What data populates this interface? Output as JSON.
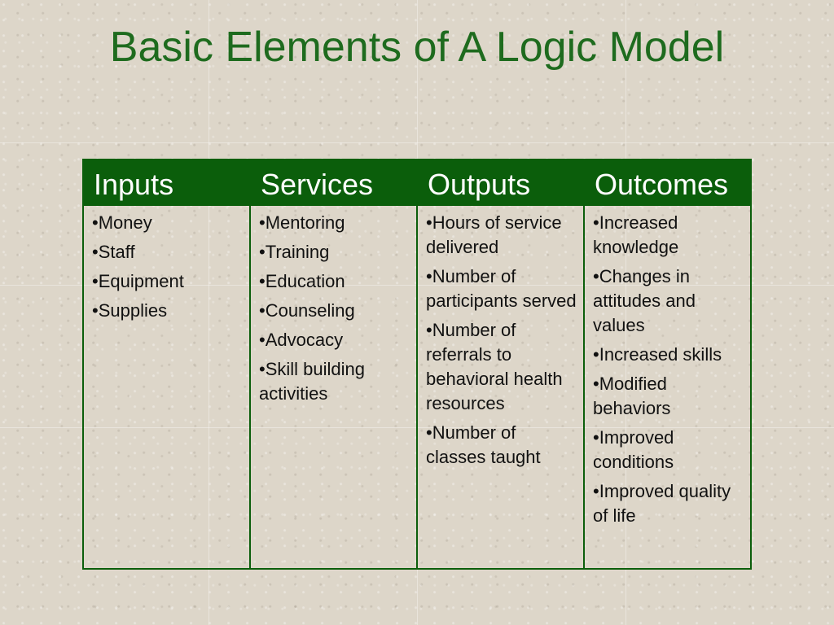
{
  "slide": {
    "title": "Basic Elements of A Logic Model"
  },
  "table": {
    "columns": [
      {
        "header": "Inputs",
        "items": [
          "•Money",
          "•Staff",
          "•Equipment",
          "•Supplies"
        ]
      },
      {
        "header": "Services",
        "items": [
          "•Mentoring",
          "•Training",
          "•Education",
          "•Counseling",
          "•Advocacy",
          "•Skill building activities"
        ]
      },
      {
        "header": "Outputs",
        "items": [
          "•Hours of service delivered",
          "•Number of participants served",
          "•Number of referrals to behavioral health resources",
          "•Number of classes taught"
        ]
      },
      {
        "header": "Outcomes",
        "items": [
          "•Increased knowledge",
          "•Changes in attitudes and values",
          "•Increased skills",
          "•Modified behaviors",
          "•Improved conditions",
          "•Improved quality of life"
        ]
      }
    ]
  },
  "colors": {
    "title": "#1e6b1e",
    "header_bg": "#0b5e0b",
    "header_text": "#ffffff",
    "background": "#ddd6c9"
  }
}
